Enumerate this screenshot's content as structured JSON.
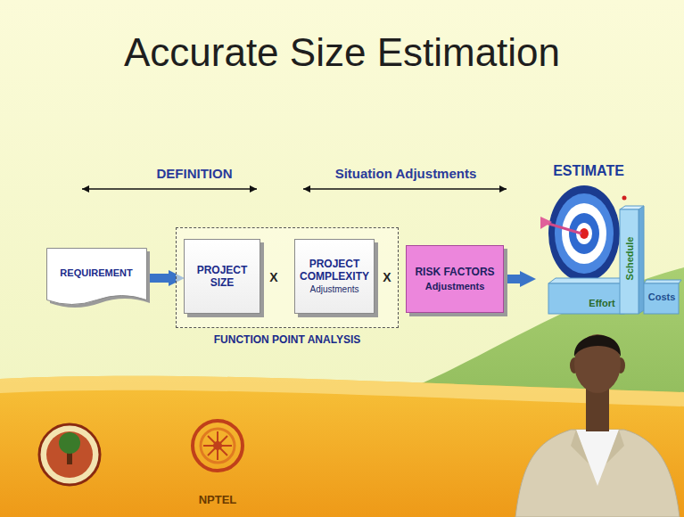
{
  "diagram": {
    "title": "Accurate Size Estimation",
    "nodes": [
      {
        "text": [
          "REQUIREMENT"
        ]
      },
      {
        "text": [
          "FUNCTION POINT ANALYSIS"
        ]
      },
      {
        "text": [
          "PROJECT SIZE"
        ],
        "in": 1
      },
      {
        "text": [
          "PROJECT COMPLEXITY",
          "Adjustments"
        ],
        "in": 1
      },
      {
        "text": [
          "RISK FACTORS",
          "Adjustments"
        ]
      },
      {
        "text": [
          "ESTIMATE"
        ]
      }
    ],
    "edges": [
      {
        "from": 0,
        "to": 2,
        "arrow": "to"
      },
      {
        "from": 4,
        "to": 5,
        "arrow": "to"
      }
    ],
    "labels": [
      "DEFINITION",
      "Situation Adjustments",
      "X",
      "X",
      "Schedule",
      "Effort",
      "Costs",
      "NPTEL"
    ]
  }
}
